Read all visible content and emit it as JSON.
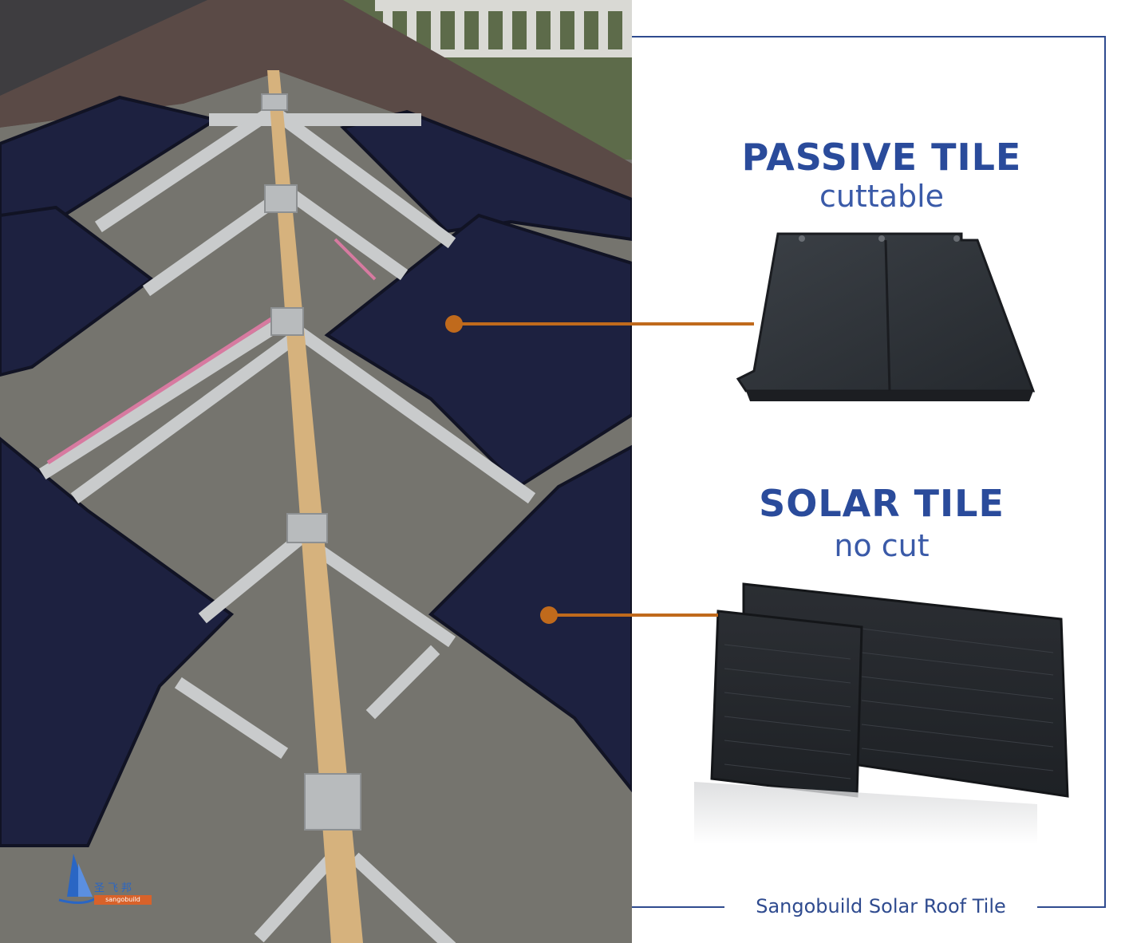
{
  "passive": {
    "title": "PASSIVE TILE",
    "subtitle": "cuttable"
  },
  "solar": {
    "title": "SOLAR TILE",
    "subtitle": "no cut"
  },
  "footer": "Sangobuild Solar Roof Tile",
  "logo": {
    "chinese": "圣飞邦",
    "strip": "sangobuild"
  },
  "colors": {
    "brand_blue": "#2a4b9b",
    "callout_orange": "#c06a1c",
    "panel_dark": "#1d2140"
  }
}
